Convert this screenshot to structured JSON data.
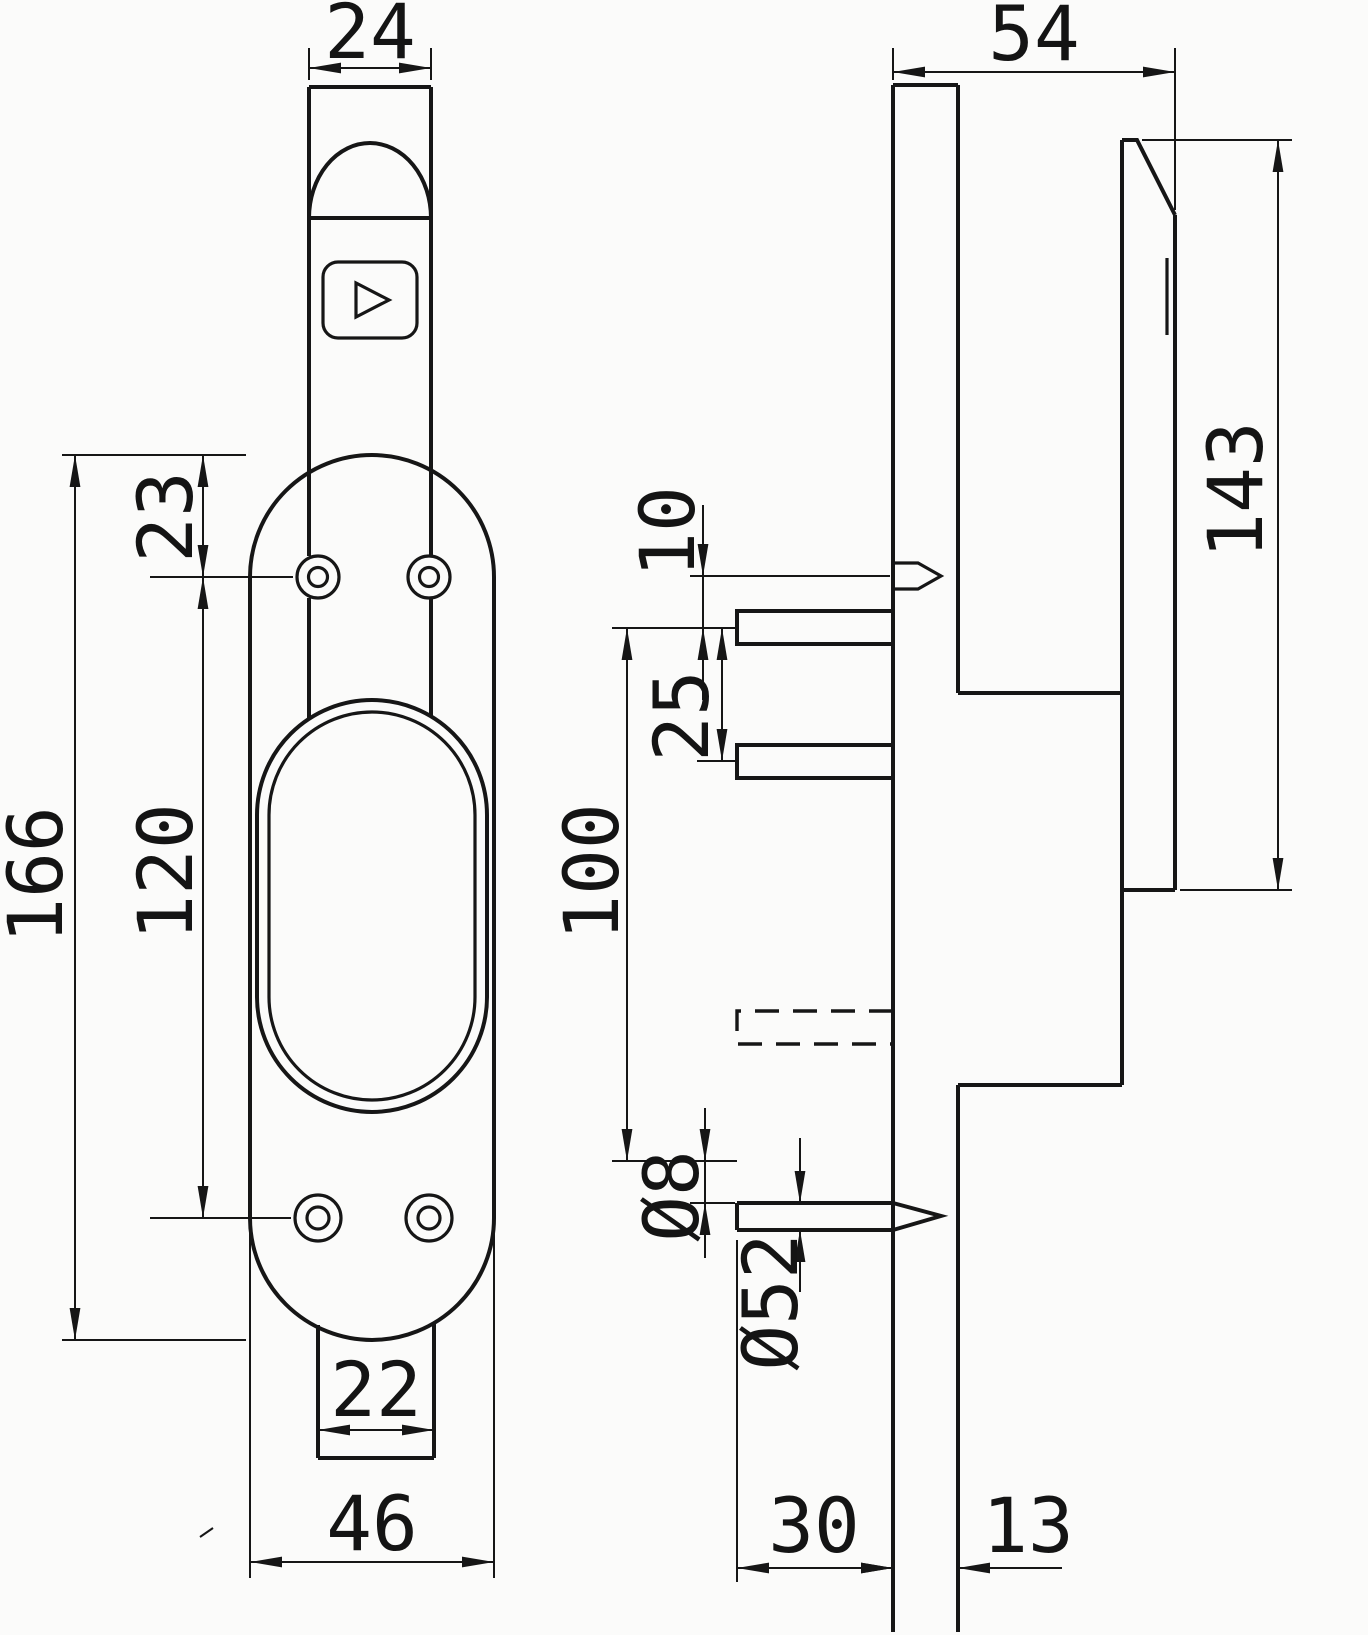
{
  "views": {
    "front": {
      "grip_width": "24",
      "overall_height": "166",
      "hole_top_offset": "23",
      "hole_spacing": "120",
      "stem_width": "22",
      "plate_width": "46"
    },
    "side": {
      "overall_depth": "54",
      "grip_length": "143",
      "hole_to_pin": "10",
      "pin_spacing": "25",
      "pin_span": "100",
      "hole_diameter": "Ø8",
      "screw_diameter": "Ø52",
      "pin_protrusion": "30",
      "plate_thickness": "13"
    }
  }
}
